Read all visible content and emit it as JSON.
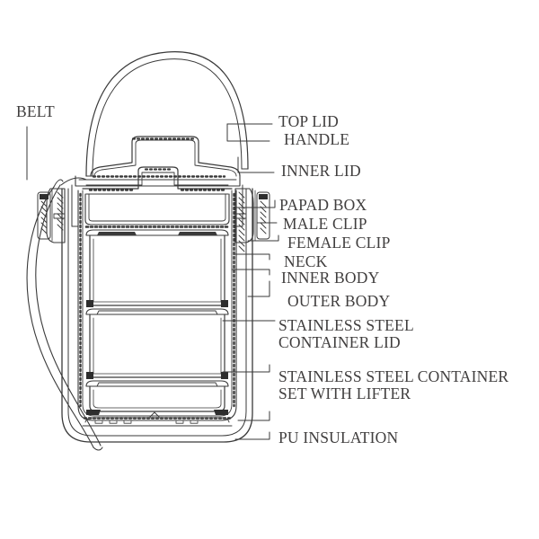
{
  "diagram": {
    "subject": "insulated tiffin lunch box cross-section",
    "line_color": "#3a3a3a",
    "background_color": "#ffffff",
    "label_text_color": "#403e3e"
  },
  "labels": {
    "belt": "BELT",
    "top_lid": "TOP LID",
    "handle": "HANDLE",
    "inner_lid": "INNER LID",
    "papad_box": "PAPAD BOX",
    "male_clip": "MALE CLIP",
    "female_clip": "FEMALE CLIP",
    "neck": "NECK",
    "inner_body": "INNER BODY",
    "outer_body": "OUTER BODY",
    "ss_container_lid_line1": "STAINLESS STEEL",
    "ss_container_lid_line2": "CONTAINER LID",
    "ss_container_set_line1": "STAINLESS STEEL CONTAINER",
    "ss_container_set_line2": "SET WITH LIFTER",
    "pu_insulation": "PU INSULATION"
  }
}
